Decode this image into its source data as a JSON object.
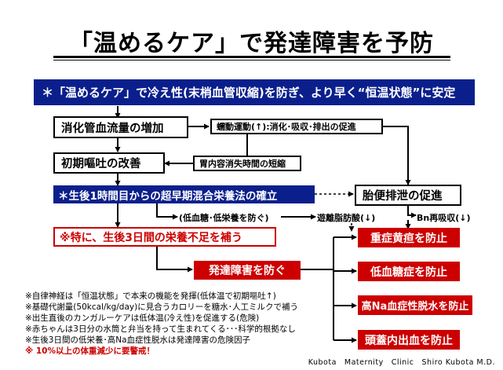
{
  "title": "「温めるケア」で発達障害を予防",
  "banner": "＊「温めるケア」で冷え性(末梢血管収縮)を防ぎ、より早く“恒温状態”に安定",
  "boxes": {
    "digestive_flow": "消化管血流量の増加",
    "peristalsis": "蠕動運動(↑):消化･吸収･排出の促進",
    "vomiting": "初期嘔吐の改善",
    "gastric": "胃内容消失時間の短縮",
    "ultra_early": "＊生後1時間目からの超早期混合栄養法の確立",
    "meconium": "胎便排泄の促進",
    "hypoglycemia_note": "(低血糖･低栄養を防ぐ)",
    "free_fatty_acid": "遊離脂肪酸(↓)",
    "bn_reabsorption": "Bn再吸収(↓)",
    "three_days": "※特に、生後3日間の栄養不足を補う",
    "prevent_dev": "発達障害を防ぐ"
  },
  "outcomes": [
    "重症黄疸を防止",
    "低血糖症を防止",
    "高Na血症性脱水を防止",
    "頭蓋内出血を防止"
  ],
  "notes": [
    "※自律神経は「恒温状態」で本来の機能を発揮(低体温で初期嘔吐↑)",
    "※基礎代謝量(50kcal/kg/day)に見合うカロリーを糖水･人工ミルクで補う",
    "※出生直後のカンガルーケアは低体温(冷え性)を促進する(危険)",
    "※赤ちゃんは3日分の水筒と弁当を持って生まれてくる･･･科学的根拠なし",
    "※生後3日間の低栄養･高Na血症性脱水は発達障害の危険因子"
  ],
  "warning": "※ 10%以上の体重減少に要警戒！",
  "footer": "Kubota　Maternity　Clinic　Shiro Kubota M.D."
}
